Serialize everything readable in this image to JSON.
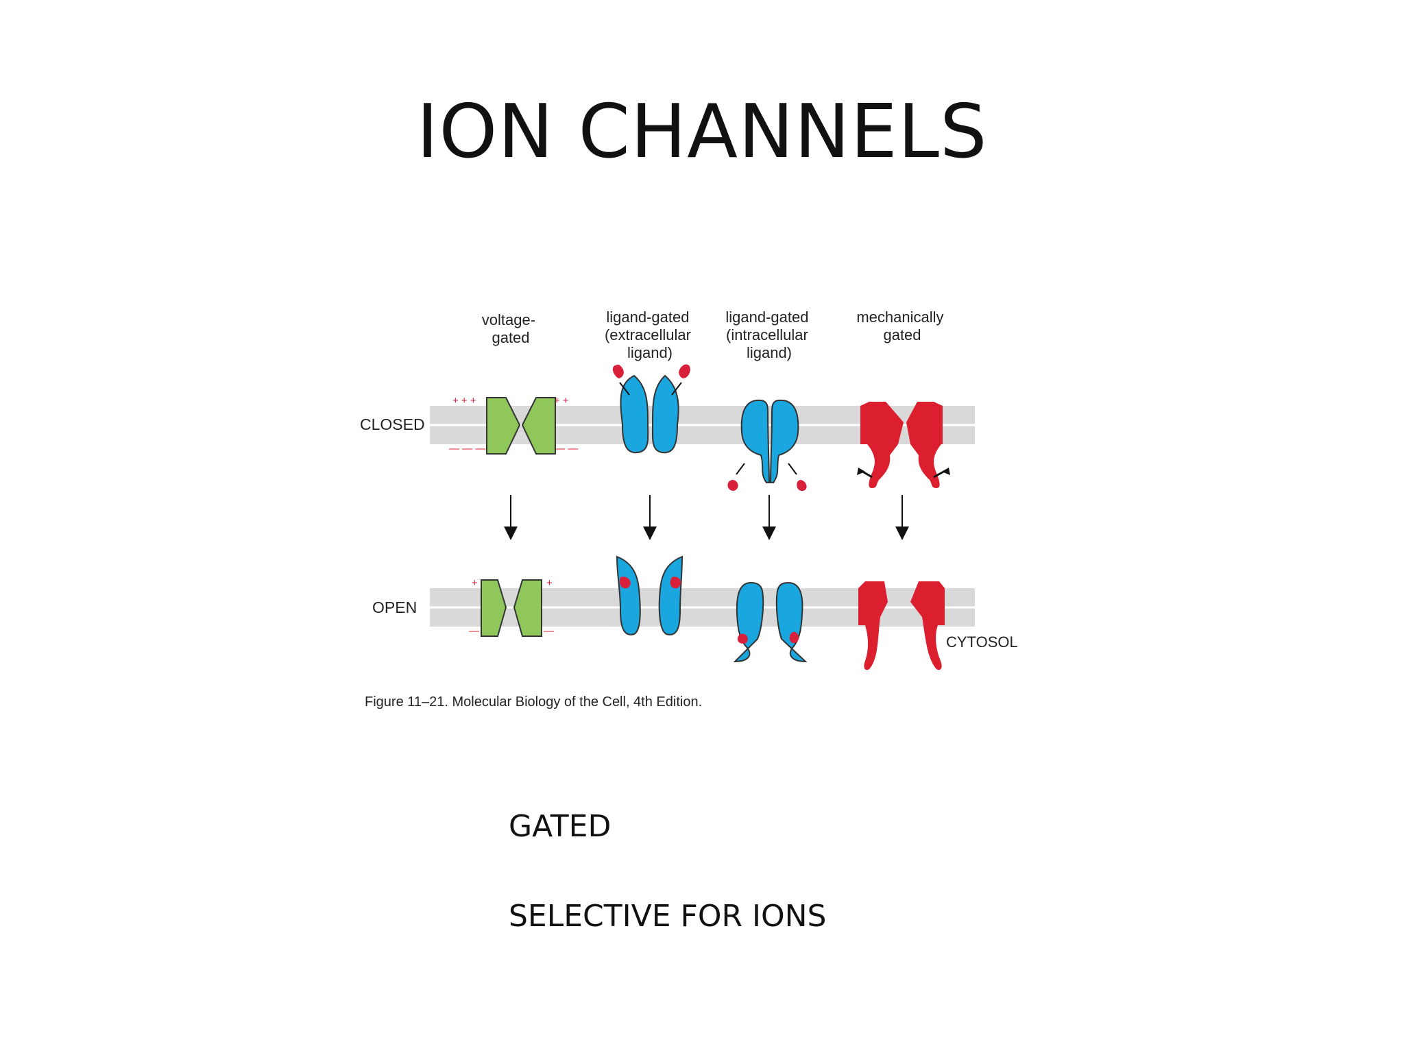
{
  "slide": {
    "title": "ION CHANNELS",
    "bullets": [
      "GATED",
      "SELECTIVE FOR IONS"
    ]
  },
  "figure": {
    "columns": [
      [
        "voltage-",
        "gated"
      ],
      [
        "ligand-gated",
        "(extracellular",
        "ligand)"
      ],
      [
        "ligand-gated",
        "(intracellular",
        "ligand)"
      ],
      [
        "mechanically",
        "gated"
      ]
    ],
    "row_labels": {
      "closed": "CLOSED",
      "open": "OPEN"
    },
    "cytosol_label": "CYTOSOL",
    "charges": {
      "plus_three": "+ + +",
      "minus_three": "— — —",
      "plus": "+",
      "minus": "—"
    },
    "caption": "Figure 11–21. Molecular Biology of the Cell, 4th Edition.",
    "colors": {
      "membrane": "#d9d9d9",
      "membrane_line": "#ffffff",
      "voltage": "#8fc75a",
      "ligand_channel": "#1aa6df",
      "ligand": "#d8203a",
      "mechanical": "#dc1f2e",
      "outline": "#333333",
      "charge": "#d8203a"
    }
  }
}
